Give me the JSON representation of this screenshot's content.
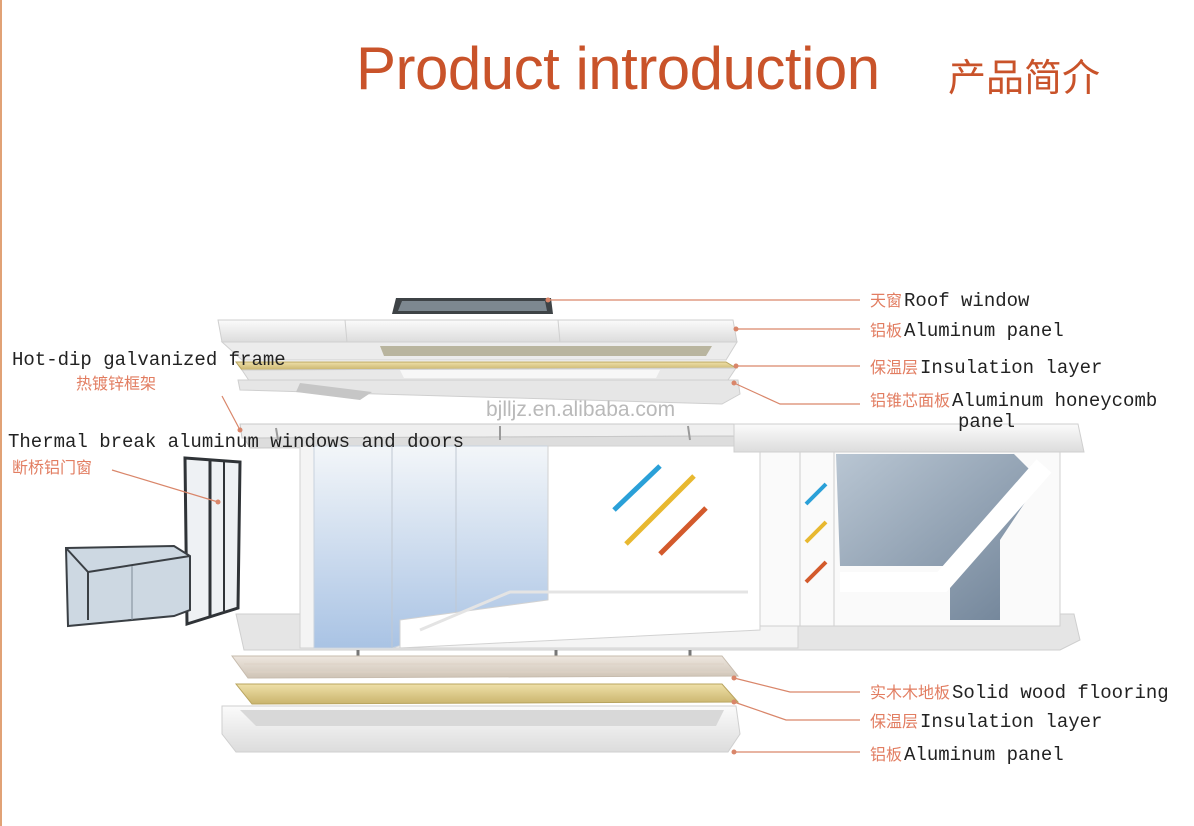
{
  "title": {
    "en": "Product introduction",
    "cn": "产品简介"
  },
  "watermark": "bjlljz.en.alibaba.com",
  "labels_right": [
    {
      "id": "roof-window",
      "cn": "天窗",
      "en": "Roof window"
    },
    {
      "id": "aluminum-panel-top",
      "cn": "铝板",
      "en": "Aluminum panel"
    },
    {
      "id": "insulation-top",
      "cn": "保温层",
      "en": "Insulation layer"
    },
    {
      "id": "honeycomb-panel",
      "cn": "铝锥芯面板",
      "en": "Aluminum honeycomb",
      "en2": "panel"
    },
    {
      "id": "wood-flooring",
      "cn": "实木木地板",
      "en": "Solid wood flooring"
    },
    {
      "id": "insulation-bottom",
      "cn": "保温层",
      "en": "Insulation layer"
    },
    {
      "id": "aluminum-panel-bottom",
      "cn": "铝板",
      "en": "Aluminum panel"
    }
  ],
  "labels_left": [
    {
      "id": "galvanized-frame",
      "en": "Hot-dip galvanized frame",
      "cn": "热镀锌框架"
    },
    {
      "id": "thermal-windows",
      "en": "Thermal break aluminum windows and doors",
      "cn": "断桥铝门窗"
    }
  ],
  "colors": {
    "title": "#c9532a",
    "leader": "#d9866a",
    "accent_blue": "#2aa0d8",
    "accent_yellow": "#e8b830",
    "accent_red": "#d35a2c"
  }
}
